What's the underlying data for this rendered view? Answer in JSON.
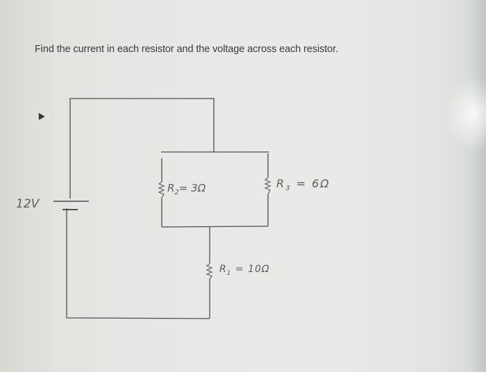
{
  "question": {
    "text": "Find the current in each resistor and the voltage across each resistor."
  },
  "circuit": {
    "battery": {
      "label": "12V",
      "value_volts": 12
    },
    "resistors": [
      {
        "id": "R1",
        "label": "R",
        "subscript": "1",
        "value_text": "= 10Ω",
        "value_ohms": 10
      },
      {
        "id": "R2",
        "label": "R",
        "subscript": "2",
        "value_text": "= 3Ω",
        "value_ohms": 3
      },
      {
        "id": "R3",
        "label": "R",
        "subscript": "3",
        "value_text": "= 6Ω",
        "value_ohms": 6
      }
    ],
    "topology": "R2 parallel R3, in series with R1 across 12V battery"
  },
  "colors": {
    "wire": "#4a4c4e",
    "text": "#3a3c3c",
    "handwriting": "#5b5e60",
    "background": "#e6e8e5"
  }
}
